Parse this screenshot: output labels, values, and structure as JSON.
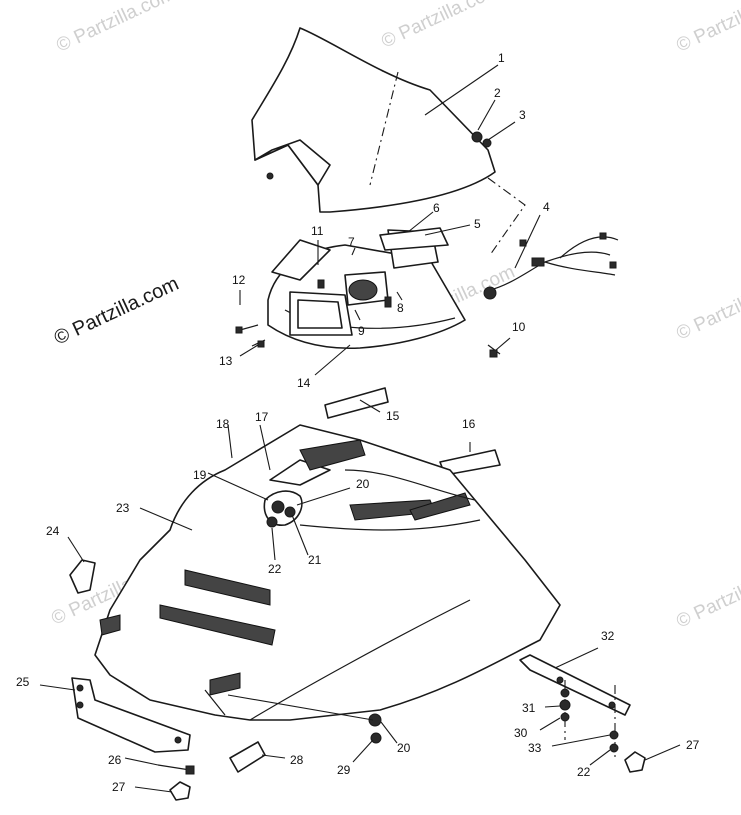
{
  "watermark": {
    "main_text": "© Partzilla.com",
    "faint_text": "© Partzilla.com"
  },
  "callouts": {
    "c1": "1",
    "c2": "2",
    "c3": "3",
    "c4": "4",
    "c5": "5",
    "c6": "6",
    "c7": "7",
    "c8": "8",
    "c9": "9",
    "c10": "10",
    "c11": "11",
    "c12": "12",
    "c13": "13",
    "c14": "14",
    "c15": "15",
    "c16": "16",
    "c17": "17",
    "c18": "18",
    "c19": "19",
    "c20a": "20",
    "c20b": "20",
    "c21": "21",
    "c22a": "22",
    "c22b": "22",
    "c23": "23",
    "c24": "24",
    "c25": "25",
    "c26": "26",
    "c27a": "27",
    "c27b": "27",
    "c28": "28",
    "c29": "29",
    "c30": "30",
    "c31": "31",
    "c32": "32",
    "c33": "33"
  }
}
